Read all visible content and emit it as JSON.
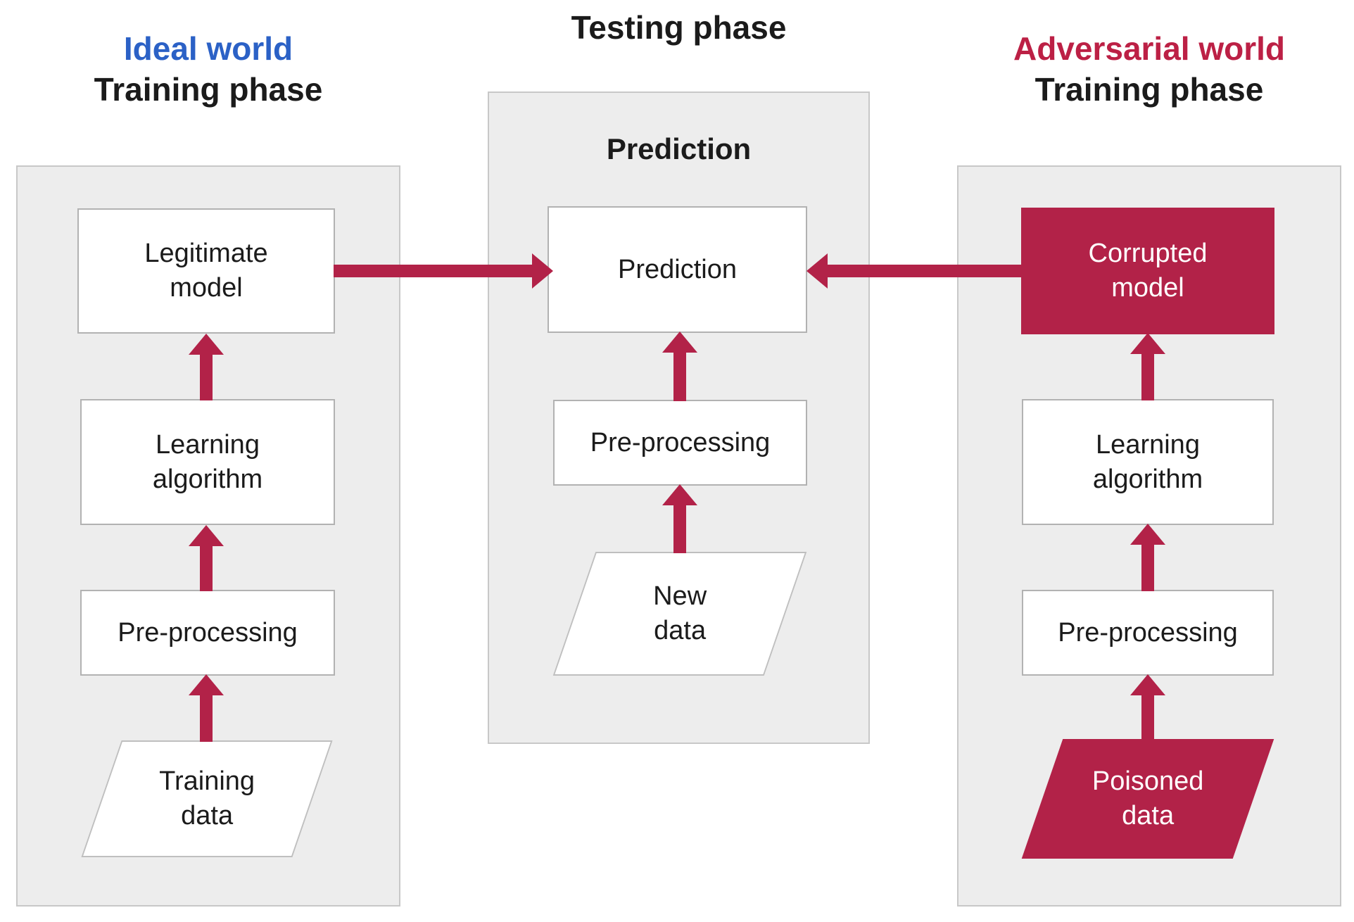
{
  "headers": {
    "ideal_world": "Ideal world",
    "ideal_phase": "Training phase",
    "testing_phase": "Testing phase",
    "adversarial_world": "Adversarial world",
    "adversarial_phase": "Training phase"
  },
  "testing_panel_label": "Prediction",
  "nodes": {
    "legitimate_model": "Legitimate model",
    "learning_algorithm_left": "Learning algorithm",
    "preprocessing_left": "Pre-processing",
    "training_data": "Training data",
    "prediction": "Prediction",
    "preprocessing_center": "Pre-processing",
    "new_data": "New data",
    "corrupted_model": "Corrupted model",
    "learning_algorithm_right": "Learning algorithm",
    "preprocessing_right": "Pre-processing",
    "poisoned_data": "Poisoned data"
  },
  "colors": {
    "crimson": "#b22248",
    "blue": "#2b61c6",
    "title-red": "#bc2045",
    "panel-bg": "#ededed",
    "panel-border": "#c8c8c8",
    "box-border": "#b2b2b2",
    "para-border": "#bfbfbf",
    "ink": "#1b1b1b"
  }
}
